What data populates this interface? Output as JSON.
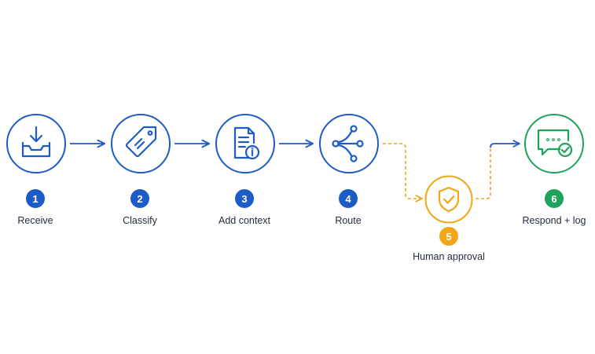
{
  "colors": {
    "primary": "#1d5cc7",
    "approval": "#f2a516",
    "success": "#1fa35c"
  },
  "steps": [
    {
      "number": "1",
      "label": "Receive",
      "icon": "inbox-download-icon"
    },
    {
      "number": "2",
      "label": "Classify",
      "icon": "tag-icon"
    },
    {
      "number": "3",
      "label": "Add context",
      "icon": "document-info-icon"
    },
    {
      "number": "4",
      "label": "Route",
      "icon": "branch-split-icon"
    },
    {
      "number": "5",
      "label": "Human approval",
      "icon": "shield-check-icon"
    },
    {
      "number": "6",
      "label": "Respond + log",
      "icon": "chat-check-icon"
    }
  ]
}
